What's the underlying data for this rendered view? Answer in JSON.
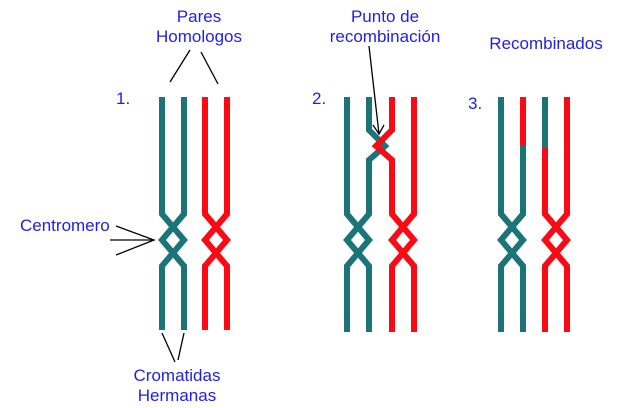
{
  "labels": {
    "pares_line1": "Pares",
    "pares_line2": "Homologos",
    "punto_line1": "Punto de",
    "punto_line2": "recombinación",
    "recombinados": "Recombinados",
    "centromero": "Centromero",
    "cromatidas_line1": "Cromatidas",
    "cromatidas_line2": "Hermanas",
    "step1": "1.",
    "step2": "2.",
    "step3": "3."
  },
  "colors": {
    "teal": "#1a7478",
    "red": "#fa0a14",
    "label_blue": "#1f1fe6",
    "arrow": "#000000"
  }
}
